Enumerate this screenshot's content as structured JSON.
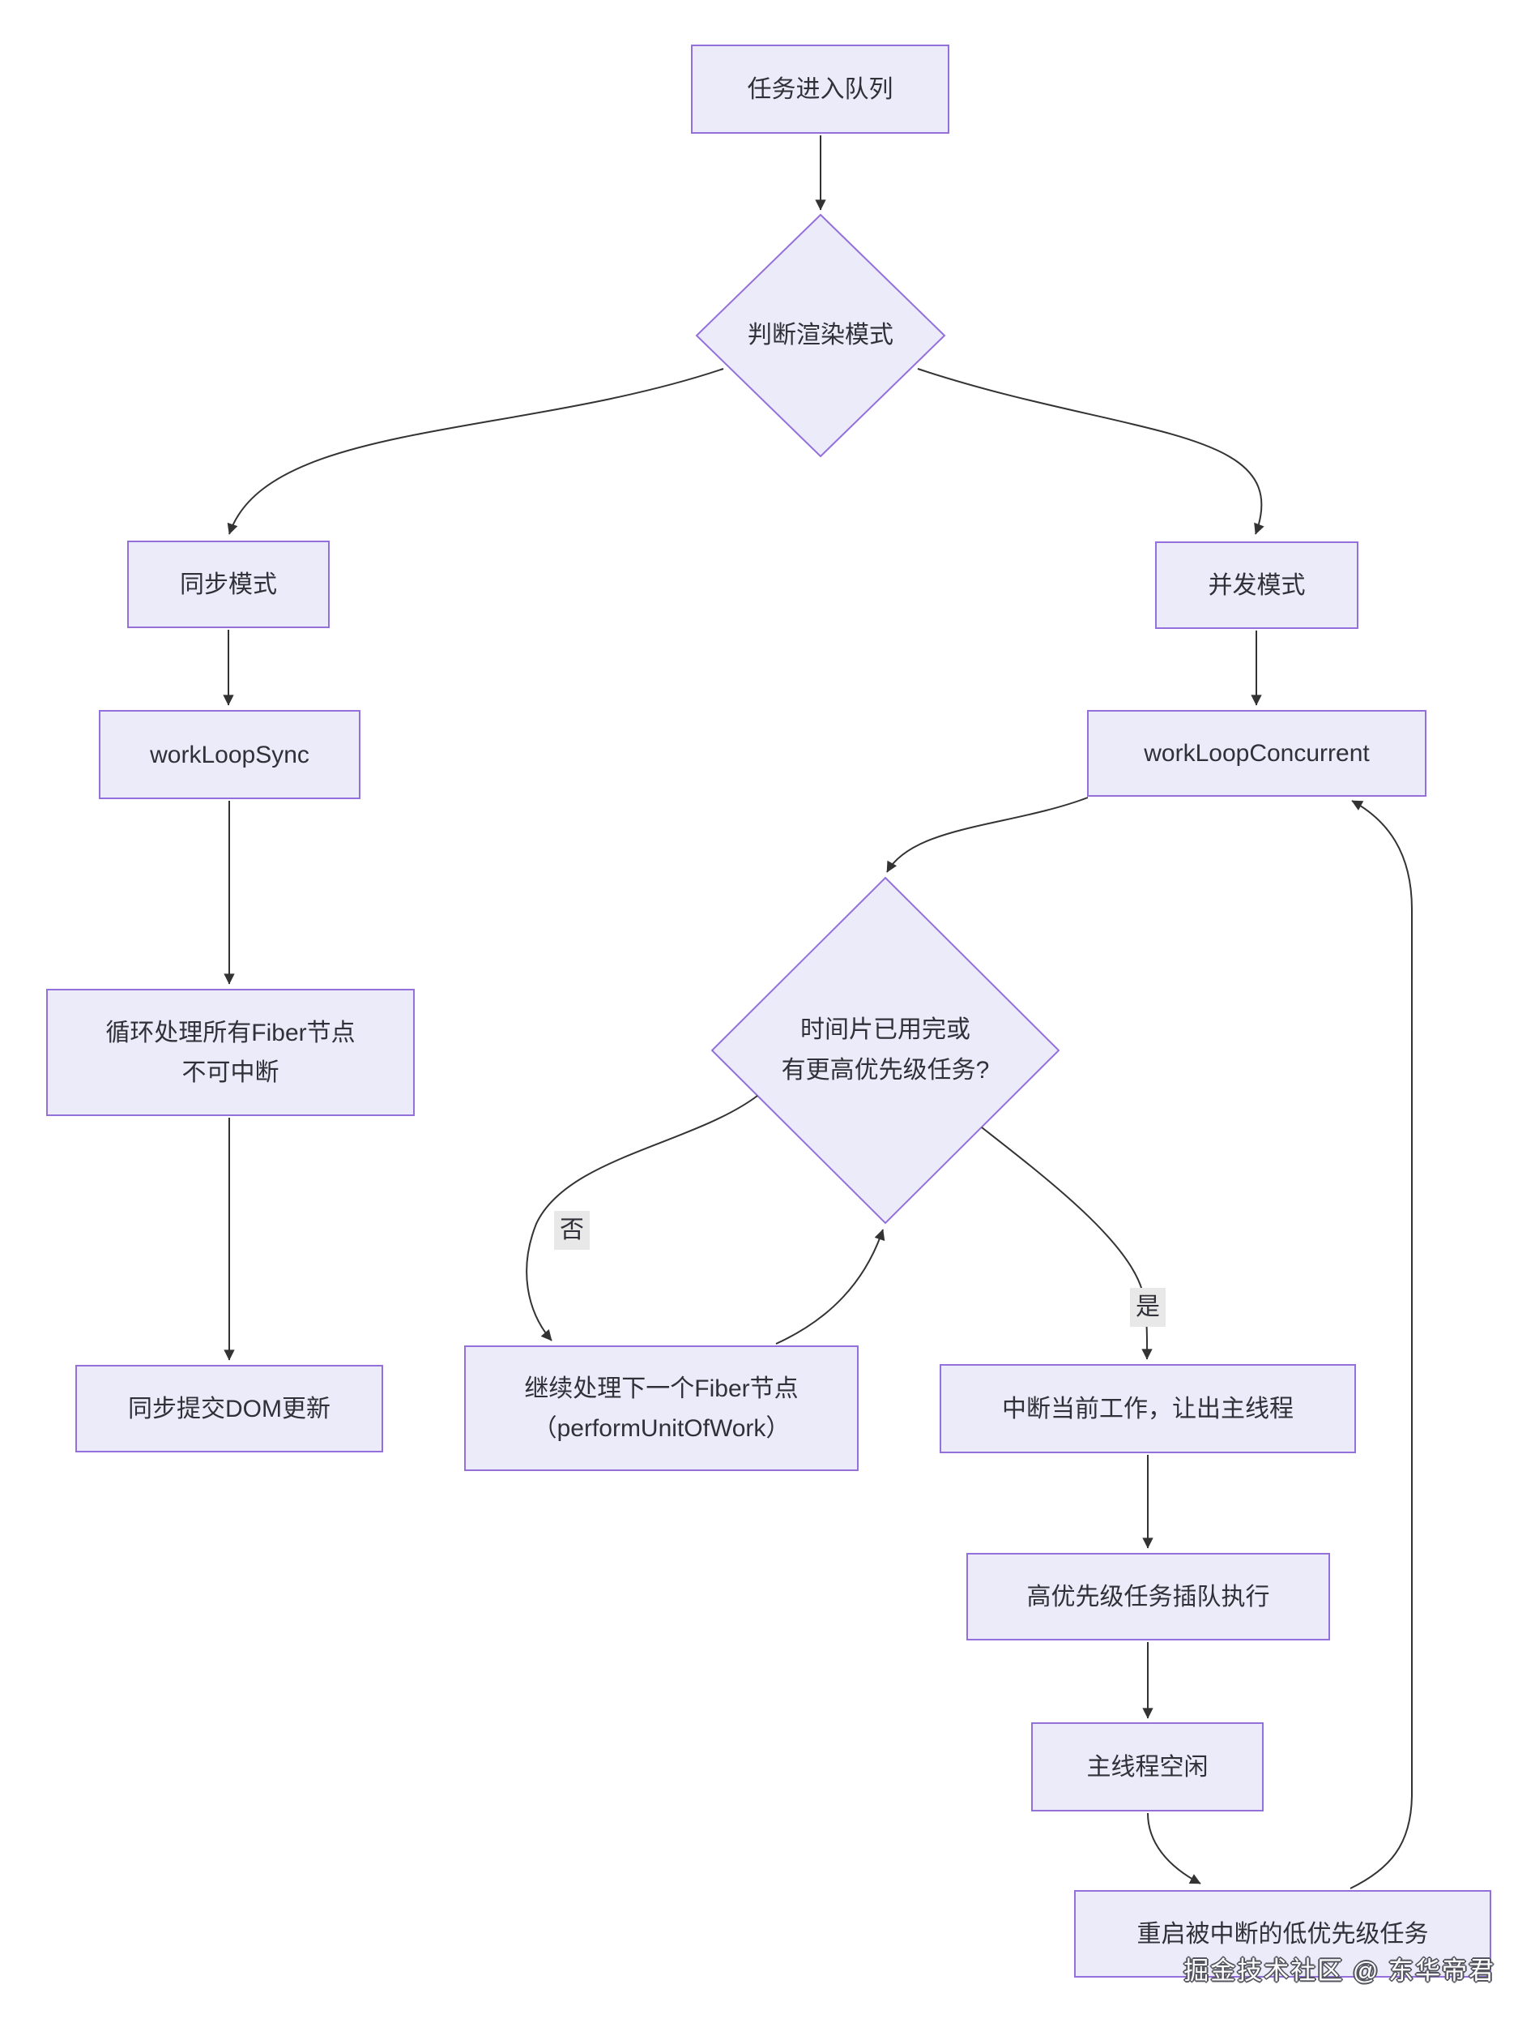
{
  "colors": {
    "node_fill": "#ECEBF9",
    "node_border": "#9370DB",
    "edge": "#333333",
    "text": "#303038",
    "label_bg": "#E8E8E8",
    "canvas_bg": "#FFFFFF",
    "watermark_outline": "#54545E"
  },
  "nodes": {
    "task_enqueue": {
      "label": "任务进入队列"
    },
    "judge_render_mode": {
      "label": "判断渲染模式"
    },
    "sync_mode": {
      "label": "同步模式"
    },
    "work_loop_sync": {
      "label": "workLoopSync"
    },
    "loop_all_fiber": {
      "lines": [
        "循环处理所有Fiber节点",
        "不可中断"
      ]
    },
    "sync_commit_dom": {
      "label": "同步提交DOM更新"
    },
    "concurrent_mode": {
      "label": "并发模式"
    },
    "work_loop_concurrent": {
      "label": "workLoopConcurrent"
    },
    "time_slice_question": {
      "lines": [
        "时间片已用完或",
        "有更高优先级任务?"
      ]
    },
    "continue_next_fiber": {
      "lines": [
        "继续处理下一个Fiber节点",
        "（performUnitOfWork）"
      ]
    },
    "interrupt_yield": {
      "label": "中断当前工作，让出主线程"
    },
    "high_priority_jump": {
      "label": "高优先级任务插队执行"
    },
    "main_thread_idle": {
      "label": "主线程空闲"
    },
    "restart_low_priority": {
      "label": "重启被中断的低优先级任务"
    }
  },
  "edge_labels": {
    "no": "否",
    "yes": "是"
  },
  "watermark": "掘金技术社区 @ 东华帝君"
}
